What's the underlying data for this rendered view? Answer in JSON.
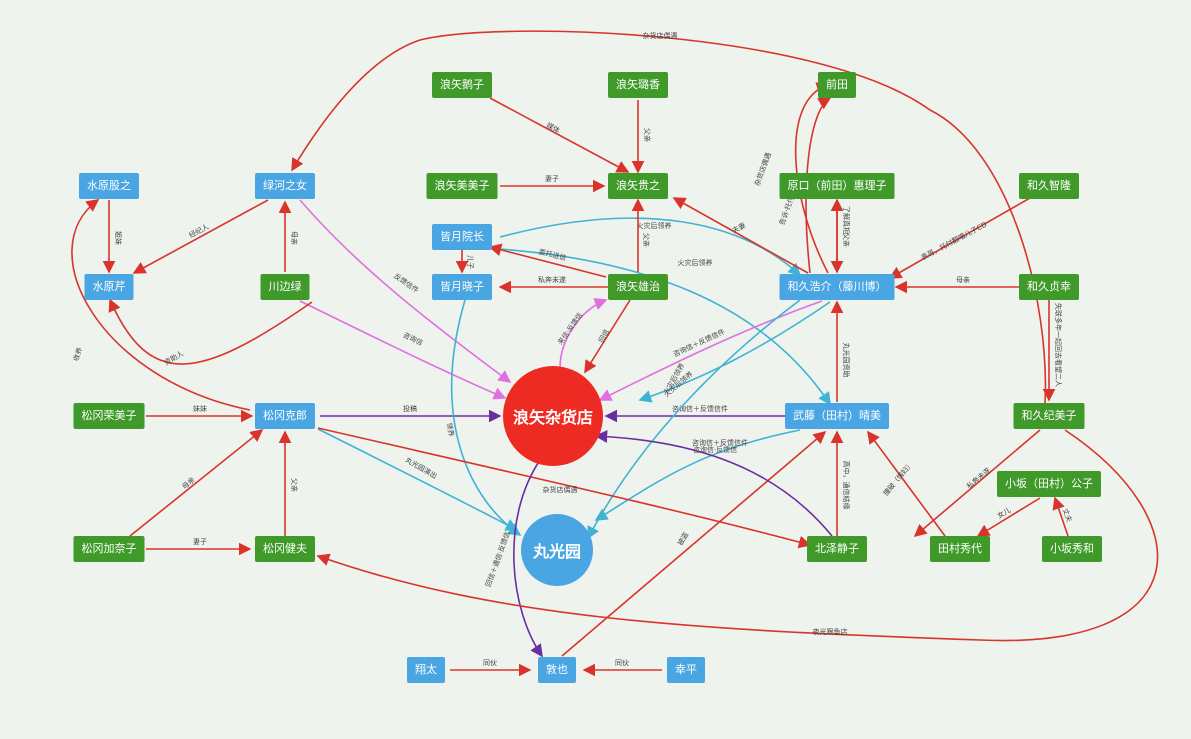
{
  "hubs": {
    "store": {
      "label": "浪矢杂货店",
      "color": "#ee2b22"
    },
    "maruko": {
      "label": "丸光园",
      "color": "#49a6e3"
    }
  },
  "nodes": {
    "shuiyuan_shu": "水原股之",
    "shuiyuan_qin": "水原芹",
    "lvhe_nv": "绿河之女",
    "chuanbian_lv": "川边绿",
    "langshi_yongzi": "浪矢鹅子",
    "langshi_xiangsheng": "浪矢璐香",
    "langshi_mei": "浪矢美美子",
    "langshi_guizhi": "浪矢贵之",
    "jieyue_yuanzhang": "皆月院长",
    "jieyue_xiao": "皆月晓子",
    "langshi_xiongzhi": "浪矢雄治",
    "qiantian": "前田",
    "yuankou": "原口（前田）惠理子",
    "hejiu_zhisui": "和久智隆",
    "hejiu_haojie": "和久浩介（藤川博）",
    "hejiu_zhenzao": "和久贞幸",
    "songgang_fanmei": "松冈荣美子",
    "songgang_kelang": "松冈克郎",
    "wuteng": "武藤（田村）晴美",
    "hejiu_jimei": "和久纪美子",
    "xiaobin": "小坂（田村）公子",
    "songgang_jianmei": "松冈加奈子",
    "songgang_jianfu": "松冈健夫",
    "beize": "北泽静子",
    "tiancun": "田村秀代",
    "xiaobin_xiuhe": "小坂秀和",
    "xiangtai": "翔太",
    "dunye": "敦也",
    "gongping": "幸平"
  },
  "edges": [
    {
      "id": "e1",
      "label": "杂货店偶遇"
    },
    {
      "id": "e2",
      "label": "姐妹"
    },
    {
      "id": "e3",
      "label": "经纪人"
    },
    {
      "id": "e4",
      "label": "母亲"
    },
    {
      "id": "e5",
      "label": "媒体"
    },
    {
      "id": "e6",
      "label": "妻子"
    },
    {
      "id": "e7",
      "label": "父亲"
    },
    {
      "id": "e8",
      "label": "火灾后领养"
    },
    {
      "id": "e9",
      "label": "火灾后领养"
    },
    {
      "id": "e10",
      "label": "私奔未遂"
    },
    {
      "id": "e11",
      "label": "委托送信"
    },
    {
      "id": "e12",
      "label": "儿子"
    },
    {
      "id": "e13",
      "label": "父亲"
    },
    {
      "id": "e14",
      "label": "夫妻"
    },
    {
      "id": "e15",
      "label": "咨询信"
    },
    {
      "id": "e16",
      "label": "反馈信件"
    },
    {
      "id": "e17",
      "label": "来信·反馈信"
    },
    {
      "id": "e18",
      "label": "回信"
    },
    {
      "id": "e19",
      "label": "咨询信＋反馈信件"
    },
    {
      "id": "e20",
      "label": "杂货店偶遇"
    },
    {
      "id": "e21",
      "label": "父亲"
    },
    {
      "id": "e22",
      "label": "告诉·托付儿子CD"
    },
    {
      "id": "e23",
      "label": "了解真相"
    },
    {
      "id": "e24",
      "label": "表哥，托付翻唱儿子CD"
    },
    {
      "id": "e25",
      "label": "母亲"
    },
    {
      "id": "e26",
      "label": "失联多年一起回去看望二人"
    },
    {
      "id": "e27",
      "label": "投稿"
    },
    {
      "id": "e28",
      "label": "妹妹"
    },
    {
      "id": "e29",
      "label": "咨询信＋反馈信件"
    },
    {
      "id": "e30",
      "label": "丸光园资助"
    },
    {
      "id": "e31",
      "label": "火灾后领养"
    },
    {
      "id": "e32",
      "label": "领养"
    },
    {
      "id": "e33",
      "label": "咨询信＋反馈信件"
    },
    {
      "id": "e34",
      "label": "火灾后领养"
    },
    {
      "id": "e35",
      "label": "母亲"
    },
    {
      "id": "e36",
      "label": "妻子"
    },
    {
      "id": "e37",
      "label": "父亲"
    },
    {
      "id": "e38",
      "label": "丸光园演出"
    },
    {
      "id": "e39",
      "label": "杂货店偶遇"
    },
    {
      "id": "e40",
      "label": "资助人"
    },
    {
      "id": "e41",
      "label": "收养"
    },
    {
      "id": "e42",
      "label": "高中，通信结缘"
    },
    {
      "id": "e43",
      "label": "撞破（情妇）"
    },
    {
      "id": "e44",
      "label": "女儿"
    },
    {
      "id": "e45",
      "label": "丈夫"
    },
    {
      "id": "e46",
      "label": "同伙"
    },
    {
      "id": "e47",
      "label": "同伙"
    },
    {
      "id": "e48",
      "label": "被盗"
    },
    {
      "id": "e49",
      "label": "咨询信·反馈信"
    },
    {
      "id": "e50",
      "label": "回信＋通信·反馈信"
    },
    {
      "id": "e51",
      "label": "夜光跟鱼店"
    },
    {
      "id": "e52",
      "label": "私奔未遂"
    }
  ]
}
